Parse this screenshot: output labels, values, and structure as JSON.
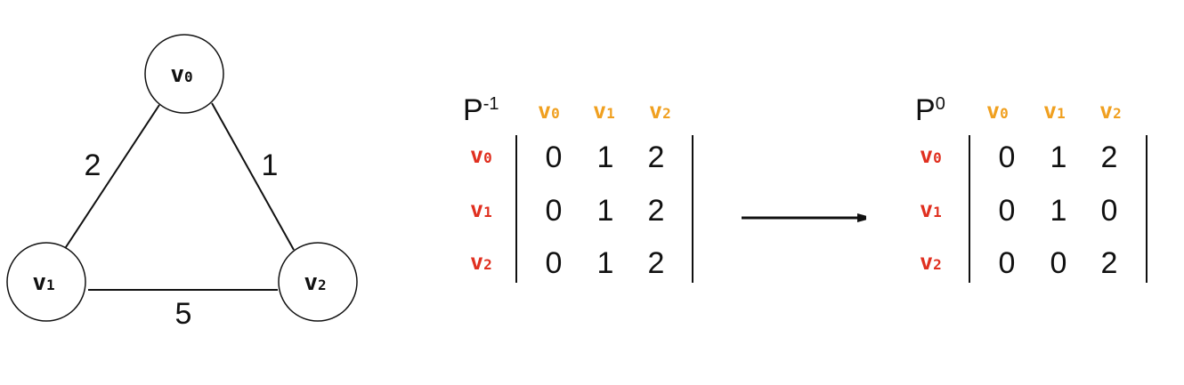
{
  "colors": {
    "column_header": "#f0a020",
    "row_header": "#e03020",
    "ink": "#111111"
  },
  "graph": {
    "nodes": [
      {
        "id": "v0",
        "label": "v",
        "sub": "0"
      },
      {
        "id": "v1",
        "label": "v",
        "sub": "1"
      },
      {
        "id": "v2",
        "label": "v",
        "sub": "2"
      }
    ],
    "edges": [
      {
        "from": "v0",
        "to": "v1",
        "weight": "2"
      },
      {
        "from": "v0",
        "to": "v2",
        "weight": "1"
      },
      {
        "from": "v1",
        "to": "v2",
        "weight": "5"
      }
    ]
  },
  "matrices": [
    {
      "title": "P",
      "superscript": "-1",
      "col_headers": [
        {
          "label": "v",
          "sub": "0"
        },
        {
          "label": "v",
          "sub": "1"
        },
        {
          "label": "v",
          "sub": "2"
        }
      ],
      "row_headers": [
        {
          "label": "v",
          "sub": "0"
        },
        {
          "label": "v",
          "sub": "1"
        },
        {
          "label": "v",
          "sub": "2"
        }
      ],
      "rows": [
        [
          "0",
          "1",
          "2"
        ],
        [
          "0",
          "1",
          "2"
        ],
        [
          "0",
          "1",
          "2"
        ]
      ]
    },
    {
      "title": "P",
      "superscript": "0",
      "col_headers": [
        {
          "label": "v",
          "sub": "0"
        },
        {
          "label": "v",
          "sub": "1"
        },
        {
          "label": "v",
          "sub": "2"
        }
      ],
      "row_headers": [
        {
          "label": "v",
          "sub": "0"
        },
        {
          "label": "v",
          "sub": "1"
        },
        {
          "label": "v",
          "sub": "2"
        }
      ],
      "rows": [
        [
          "0",
          "1",
          "2"
        ],
        [
          "0",
          "1",
          "0"
        ],
        [
          "0",
          "0",
          "2"
        ]
      ]
    }
  ]
}
